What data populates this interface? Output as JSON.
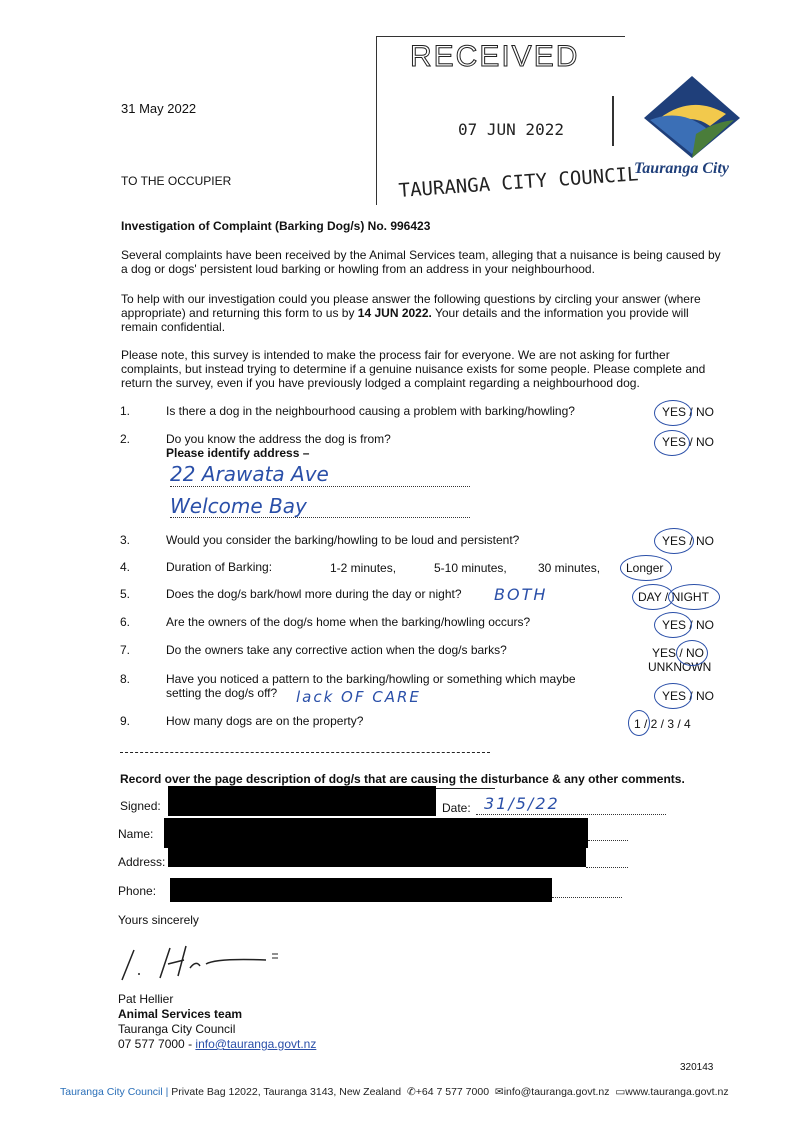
{
  "letter": {
    "date": "31 May 2022",
    "addressee": "TO THE OCCUPIER",
    "subject": "Investigation of Complaint (Barking Dog/s) No. 996423",
    "para1": "Several complaints have been received by the Animal Services team, alleging that a nuisance is being caused by a dog or dogs' persistent loud barking or howling from an address in your neighbourhood.",
    "para2_a": "To help with our investigation could you please answer the following questions by circling your answer (where appropriate) and returning this form to us by ",
    "para2_deadline": "14 JUN 2022.",
    "para2_b": " Your details and the information you provide will remain confidential.",
    "para3": "Please note, this survey is intended to make the process fair for everyone. We are not asking for further complaints, but instead trying to determine if a genuine nuisance exists for some people. Please complete and return the survey, even if you have previously lodged a complaint regarding a neighbourhood dog."
  },
  "stamp": {
    "received": "RECEIVED",
    "date": "07 JUN 2022",
    "council": "TAURANGA CITY COUNCIL"
  },
  "logo": {
    "text": "Tauranga City",
    "colors": [
      "#1f3f7a",
      "#f2c94c",
      "#3b6fb6",
      "#4a7d3a"
    ]
  },
  "questions": [
    {
      "num": "1.",
      "text": "Is there a dog in the neighbourhood causing a problem with barking/howling?",
      "answer": "YES / NO"
    },
    {
      "num": "2.",
      "text": "Do you know the address the dog is from?",
      "sub": "Please identify address –",
      "answer": "YES / NO"
    },
    {
      "num": "3.",
      "text": "Would you consider the barking/howling to be loud and persistent?",
      "answer": "YES / NO"
    },
    {
      "num": "4.",
      "text": "Duration of Barking:",
      "options": [
        "1-2 minutes,",
        "5-10 minutes,",
        "30 minutes,",
        "Longer"
      ]
    },
    {
      "num": "5.",
      "text": "Does the dog/s bark/howl more during the day or night?",
      "answer": "DAY / NIGHT"
    },
    {
      "num": "6.",
      "text": "Are the owners of the dog/s home when the barking/howling occurs?",
      "answer": "YES / NO"
    },
    {
      "num": "7.",
      "text": "Do the owners take any corrective action when the dog/s barks?",
      "answer": "YES / NO",
      "answer2": "UNKNOWN"
    },
    {
      "num": "8.",
      "text": "Have you noticed a pattern to the barking/howling or something which maybe",
      "text2": "setting the dog/s off?",
      "answer": "YES / NO"
    },
    {
      "num": "9.",
      "text": "How many dogs are on the property?",
      "answer": "1 / 2 / 3 / 4"
    }
  ],
  "handwriting": {
    "address_line1": "22 Arawata Ave",
    "address_line2": "Welcome Bay",
    "q5_note": "BOTH",
    "q8_note": "lack OF CARE",
    "date": "31/5/22"
  },
  "form": {
    "record_note": "Record over the page description of dog/s that are causing the disturbance & any other comments.",
    "signed_label": "Signed:",
    "date_label": "Date:",
    "name_label": "Name:",
    "address_label": "Address:",
    "phone_label": "Phone:"
  },
  "signoff": {
    "closing": "Yours sincerely",
    "name": "Pat Hellier",
    "team": "Animal Services team",
    "org": "Tauranga City Council",
    "phone": "07 577 7000 - ",
    "email": "info@tauranga.govt.nz",
    "ref": "320143"
  },
  "footer": {
    "brand": "Tauranga City Council",
    "address": "Private Bag 12022, Tauranga 3143, New Zealand",
    "phone": "+64 7 577 7000",
    "email": "info@tauranga.govt.nz",
    "web": "www.tauranga.govt.nz"
  }
}
